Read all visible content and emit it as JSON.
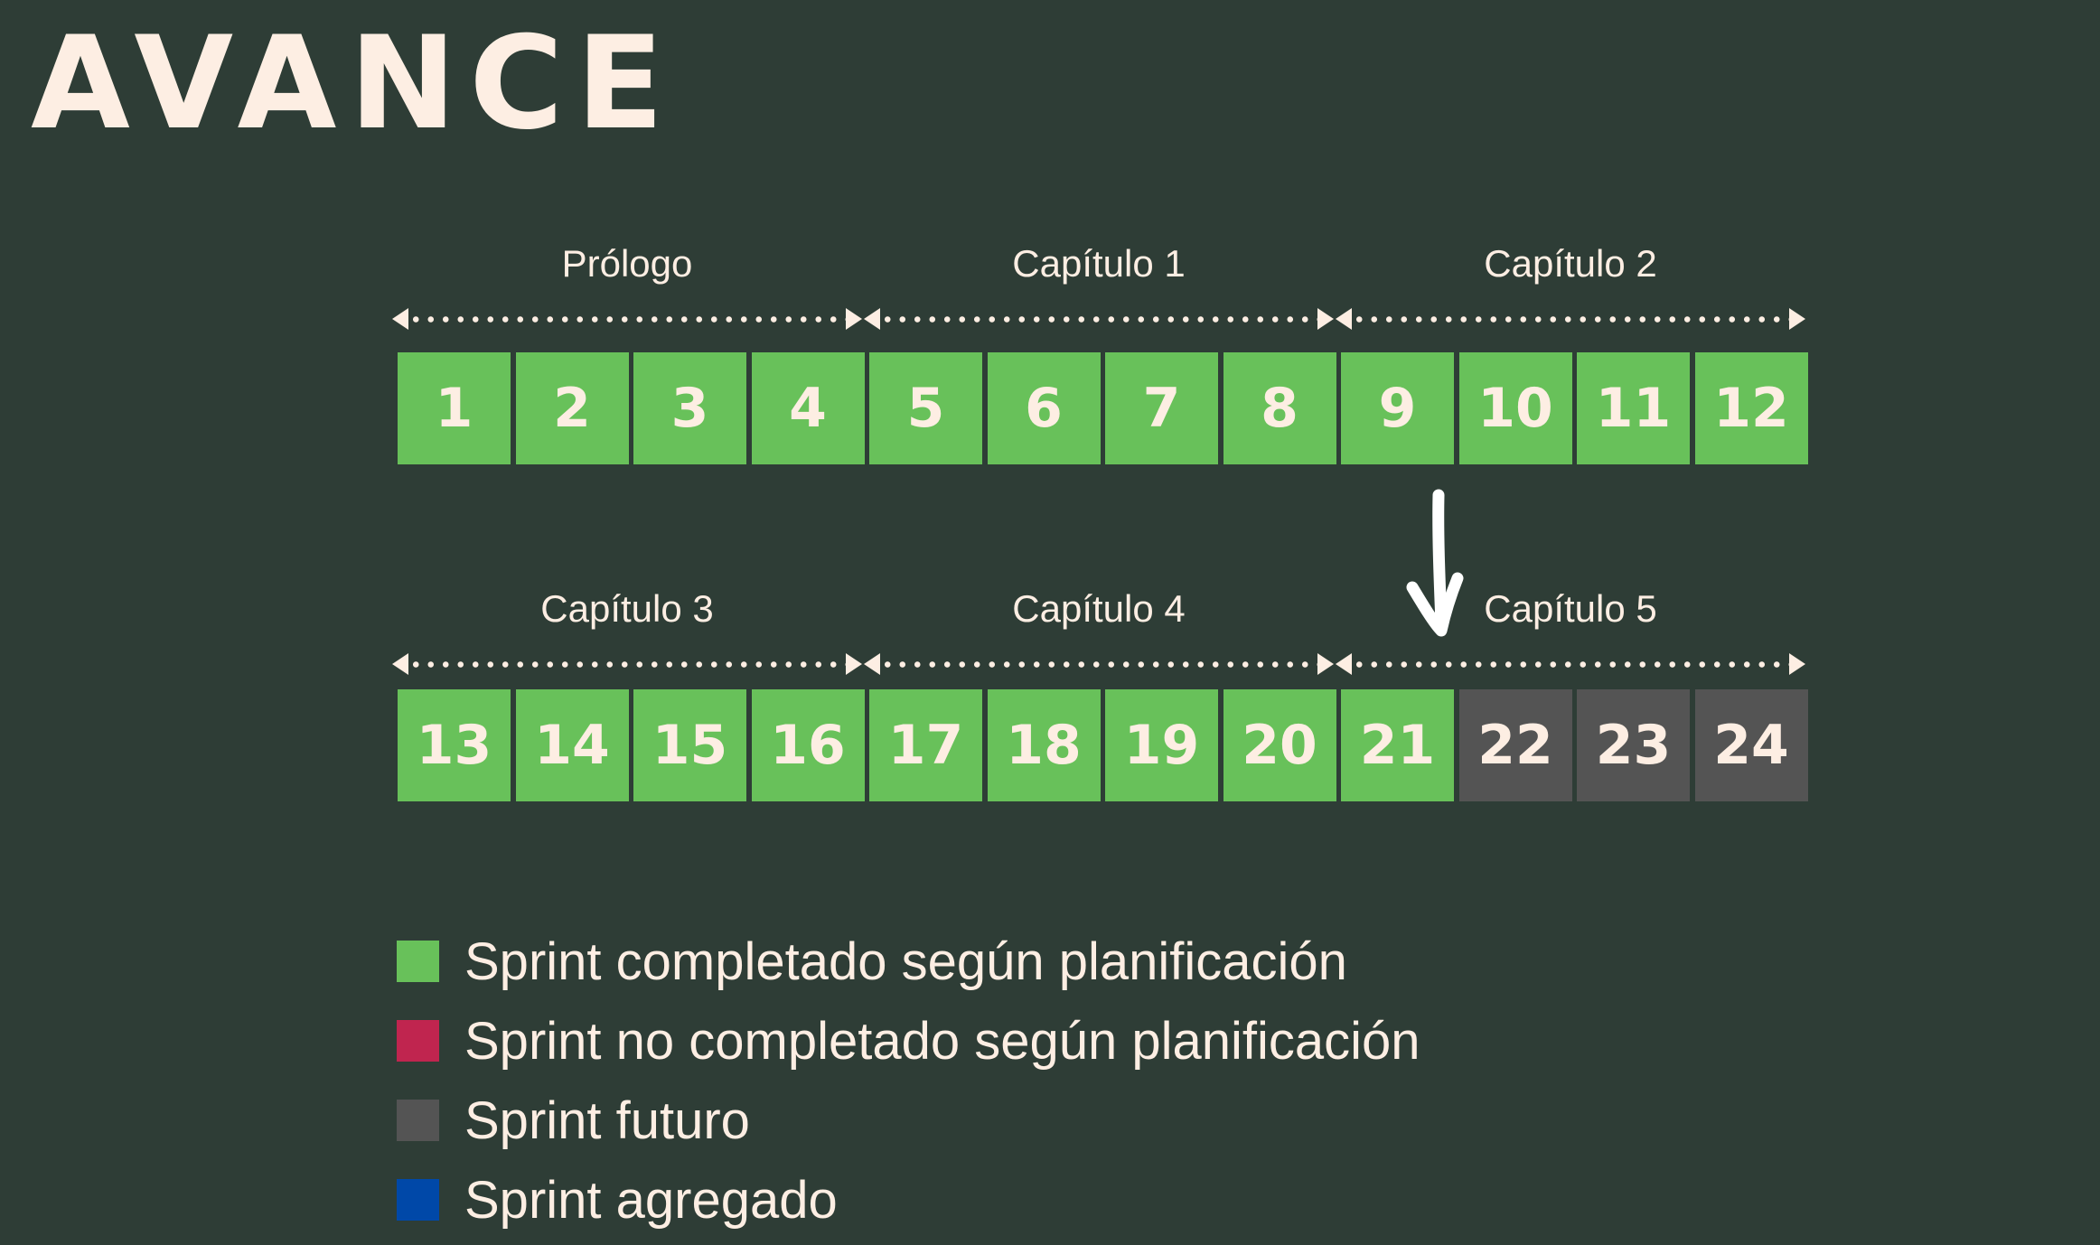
{
  "title": "AVANCE",
  "colors": {
    "background": "#2e3d36",
    "completed": "#68c15a",
    "not_completed": "#c0254f",
    "future": "#545454",
    "added": "#0048a8",
    "text": "#fdeee3"
  },
  "rows": [
    {
      "chapters": [
        {
          "label": "Prólogo",
          "sprints": [
            1,
            2,
            3,
            4
          ]
        },
        {
          "label": "Capítulo 1",
          "sprints": [
            5,
            6,
            7,
            8
          ]
        },
        {
          "label": "Capítulo 2",
          "sprints": [
            9,
            10,
            11,
            12
          ]
        }
      ],
      "sprints": [
        {
          "n": "1",
          "status": "completed"
        },
        {
          "n": "2",
          "status": "completed"
        },
        {
          "n": "3",
          "status": "completed"
        },
        {
          "n": "4",
          "status": "completed"
        },
        {
          "n": "5",
          "status": "completed"
        },
        {
          "n": "6",
          "status": "completed"
        },
        {
          "n": "7",
          "status": "completed"
        },
        {
          "n": "8",
          "status": "completed"
        },
        {
          "n": "9",
          "status": "completed"
        },
        {
          "n": "10",
          "status": "completed"
        },
        {
          "n": "11",
          "status": "completed"
        },
        {
          "n": "12",
          "status": "completed"
        }
      ]
    },
    {
      "chapters": [
        {
          "label": "Capítulo 3",
          "sprints": [
            13,
            14,
            15,
            16
          ]
        },
        {
          "label": "Capítulo 4",
          "sprints": [
            17,
            18,
            19,
            20
          ]
        },
        {
          "label": "Capítulo 5",
          "sprints": [
            21,
            22,
            23,
            24
          ]
        }
      ],
      "sprints": [
        {
          "n": "13",
          "status": "completed"
        },
        {
          "n": "14",
          "status": "completed"
        },
        {
          "n": "15",
          "status": "completed"
        },
        {
          "n": "16",
          "status": "completed"
        },
        {
          "n": "17",
          "status": "completed"
        },
        {
          "n": "18",
          "status": "completed"
        },
        {
          "n": "19",
          "status": "completed"
        },
        {
          "n": "20",
          "status": "completed"
        },
        {
          "n": "21",
          "status": "completed"
        },
        {
          "n": "22",
          "status": "future"
        },
        {
          "n": "23",
          "status": "future"
        },
        {
          "n": "24",
          "status": "future"
        }
      ]
    }
  ],
  "current_sprint_marker": "down-arrow-icon",
  "legend": [
    {
      "status": "completed",
      "label": "Sprint completado según planificación"
    },
    {
      "status": "not_completed",
      "label": "Sprint no completado según planificación"
    },
    {
      "status": "future",
      "label": "Sprint futuro"
    },
    {
      "status": "added",
      "label": "Sprint agregado"
    }
  ]
}
